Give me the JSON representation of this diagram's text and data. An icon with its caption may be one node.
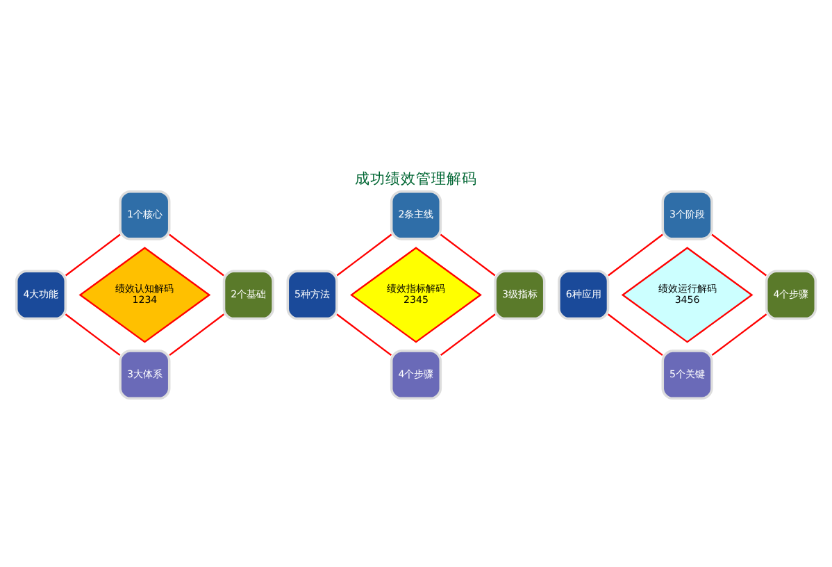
{
  "diagram": {
    "title": "成功绩效管理解码",
    "nodes": [
      {
        "text": [
          "绩效认知解码",
          "1234"
        ]
      },
      {
        "text": [
          "1个核心"
        ]
      },
      {
        "text": [
          "2个基础"
        ]
      },
      {
        "text": [
          "3大体系"
        ]
      },
      {
        "text": [
          "4大功能"
        ]
      },
      {
        "text": [
          "绩效指标解码",
          "2345"
        ]
      },
      {
        "text": [
          "2条主线"
        ]
      },
      {
        "text": [
          "3级指标"
        ]
      },
      {
        "text": [
          "4个步骤"
        ]
      },
      {
        "text": [
          "5种方法"
        ]
      },
      {
        "text": [
          "绩效运行解码",
          "3456"
        ]
      },
      {
        "text": [
          "3个阶段"
        ]
      },
      {
        "text": [
          "4个步骤"
        ]
      },
      {
        "text": [
          "5个关键"
        ]
      },
      {
        "text": [
          "6种应用"
        ]
      }
    ],
    "edges": [
      {
        "from": 1,
        "to": 2,
        "arrow": "none"
      },
      {
        "from": 2,
        "to": 3,
        "arrow": "none"
      },
      {
        "from": 3,
        "to": 4,
        "arrow": "none"
      },
      {
        "from": 4,
        "to": 1,
        "arrow": "none"
      },
      {
        "from": 6,
        "to": 7,
        "arrow": "none"
      },
      {
        "from": 7,
        "to": 8,
        "arrow": "none"
      },
      {
        "from": 8,
        "to": 9,
        "arrow": "none"
      },
      {
        "from": 9,
        "to": 6,
        "arrow": "none"
      },
      {
        "from": 11,
        "to": 12,
        "arrow": "none"
      },
      {
        "from": 12,
        "to": 13,
        "arrow": "none"
      },
      {
        "from": 13,
        "to": 14,
        "arrow": "none"
      },
      {
        "from": 14,
        "to": 11,
        "arrow": "none"
      }
    ]
  }
}
